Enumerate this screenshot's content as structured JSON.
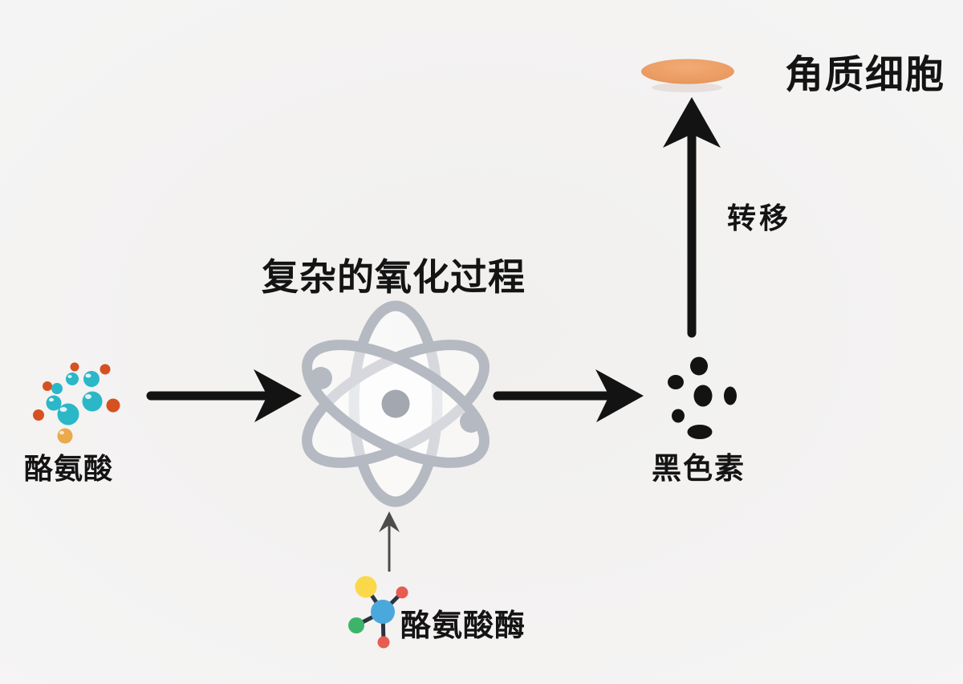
{
  "title": {
    "text": "复杂的氧化过程"
  },
  "nodes": {
    "tyrosine": {
      "label": "酪氨酸"
    },
    "tyrosinase": {
      "label": "酪氨酸酶"
    },
    "melanin": {
      "label": "黑色素"
    },
    "keratinocyte": {
      "label": "角质细胞"
    }
  },
  "arrows": {
    "transfer_label": "转移"
  },
  "icons": {
    "atom": "atom-orbitals-icon",
    "tyrosine": "molecule-cluster-icon",
    "tyrosinase": "ball-and-stick-molecule-icon",
    "melanin": "pigment-dots-icon",
    "keratinocyte": "cell-ellipse-icon"
  },
  "colors": {
    "ink": "#131313",
    "atom_gray": "#b5b9c1",
    "atom_nucleus": "#a2a7b0",
    "teal": "#2ab7c8",
    "molecule_orange": "#d65120",
    "amber": "#eaa94b",
    "keratinocyte_orange": "#ea9a61",
    "keratinocyte_light": "#f2ab74",
    "keratinocyte_edge": "#df894d",
    "blue": "#4aa8dd",
    "yellow": "#fad84a",
    "green": "#3cb46a",
    "red": "#e85c50",
    "bond_navy": "#2a3340",
    "thin_arrow_gray": "#4c4c4c"
  }
}
